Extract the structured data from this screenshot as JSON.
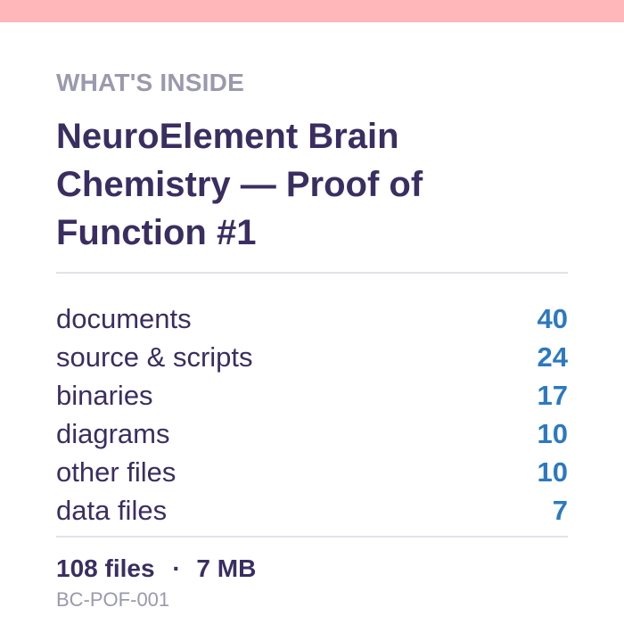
{
  "colors": {
    "accent_bar": "#ffb7ba",
    "heading": "#3a2e61",
    "muted": "#9a99ad",
    "value": "#2c79c0",
    "divider": "#e3e1ea"
  },
  "card": {
    "eyebrow": "WHAT'S INSIDE",
    "title": "NeuroElement Brain Chemistry — Proof of Function #1",
    "stats": [
      {
        "label": "documents",
        "value": "40"
      },
      {
        "label": "source & scripts",
        "value": "24"
      },
      {
        "label": "binaries",
        "value": "17"
      },
      {
        "label": "diagrams",
        "value": "10"
      },
      {
        "label": "other files",
        "value": "10"
      },
      {
        "label": "data files",
        "value": "7"
      }
    ],
    "totals": {
      "files": "108 files",
      "separator": "·",
      "size": "7 MB"
    },
    "code": "BC-POF-001"
  }
}
